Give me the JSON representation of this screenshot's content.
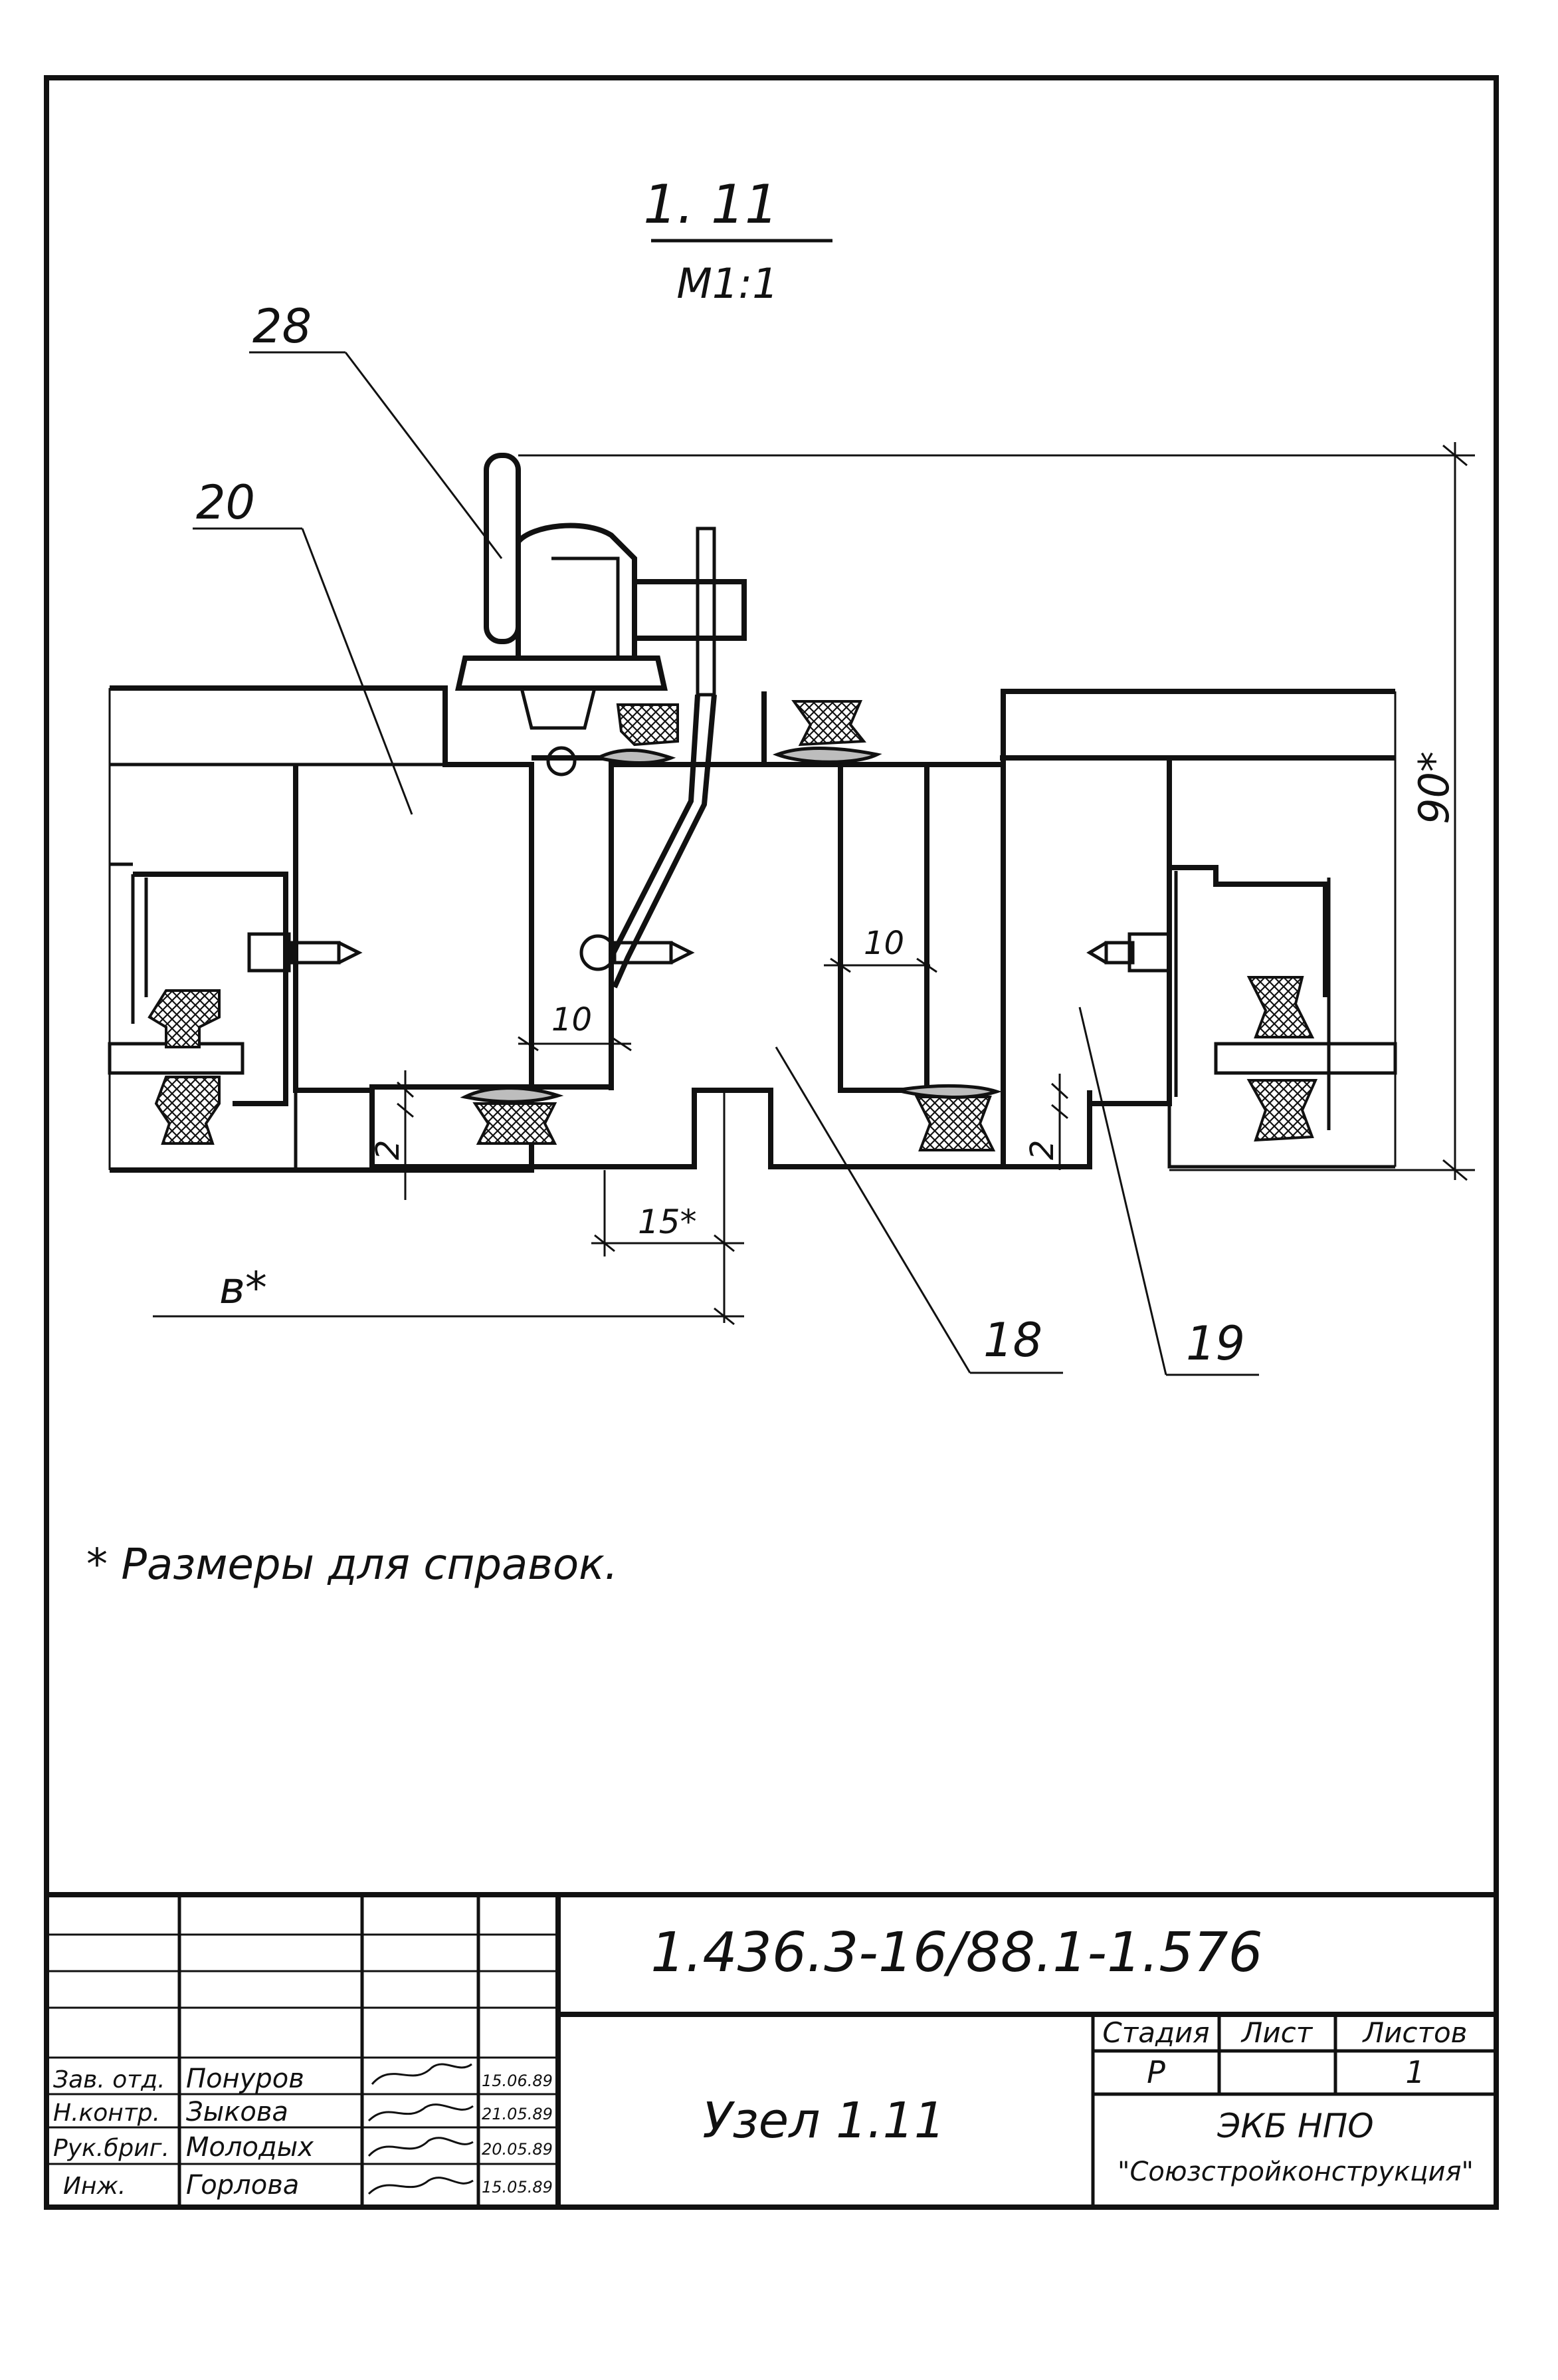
{
  "drawing": {
    "title": "1. 11",
    "scale": "M1:1",
    "note": "* Размеры для справок."
  },
  "callouts": {
    "c28": "28",
    "c20": "20",
    "c18": "18",
    "c19": "19"
  },
  "dimensions": {
    "d90": "90*",
    "d10a": "10",
    "d10b": "10",
    "d2a": "2",
    "d2b": "2",
    "d15": "15*",
    "db": "в*"
  },
  "title_block": {
    "doc_number": "1.436.3-16/88.1-1.576",
    "node_name": "Узел 1.11",
    "hdr_stage": "Стадия",
    "hdr_sheet": "Лист",
    "hdr_sheets": "Листов",
    "stage": "Р",
    "sheet": "",
    "sheets": "1",
    "org_line1": "ЭКБ НПО",
    "org_line2": "\"Союзстройконструкция\"",
    "rows": [
      {
        "role": "Зав. отд.",
        "name": "Понуров",
        "date": "15.06.89"
      },
      {
        "role": "Н.контр.",
        "name": "Зыкова",
        "date": "21.05.89"
      },
      {
        "role": "Рук.бриг.",
        "name": "Молодых",
        "date": "20.05.89"
      },
      {
        "role": "Инж.",
        "name": "Горлова",
        "date": "15.05.89"
      }
    ]
  }
}
